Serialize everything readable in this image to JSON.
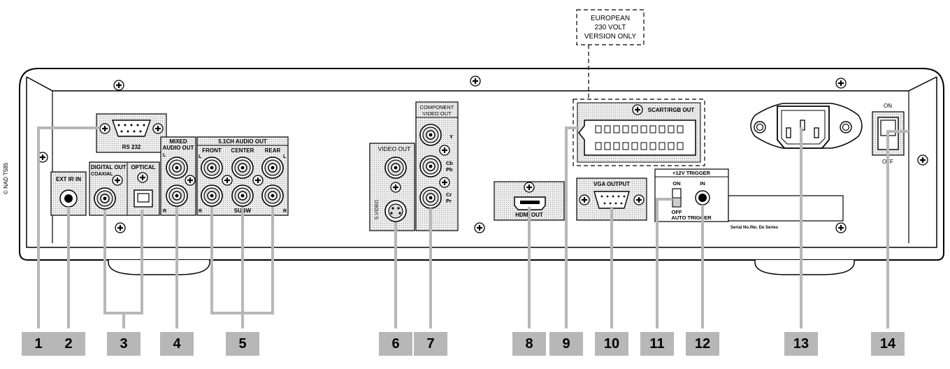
{
  "note_box": [
    "EUROPEAN",
    "230 VOLT",
    "VERSION ONLY"
  ],
  "copyright": "© NAD  T585",
  "labels": {
    "rs232": "RS 232",
    "ext_ir_in": "EXT IR IN",
    "digital_out": "DIGITAL OUT",
    "coaxial": "COAXIAL",
    "optical": "OPTICAL",
    "mixed_audio_out_1": "MIXED",
    "mixed_audio_out_2": "AUDIO OUT",
    "audio_51_out": "5.1CH AUDIO OUT",
    "front": "FRONT",
    "center": "CENTER",
    "rear": "REAR",
    "subw": "SUBW",
    "l": "L",
    "r": "R",
    "video_out": "VIDEO OUT",
    "s_video": "S.VIDEO",
    "component_1": "COMPONENT",
    "component_2": "VIDEO OUT",
    "y": "Y",
    "cb": "Cb",
    "pb": "Pb",
    "cr": "Cr",
    "pr": "Pr",
    "hdmi_out": "HDMI OUT",
    "scart_rgb_out": "SCART/RGB OUT",
    "vga_output": "VGA OUTPUT",
    "trigger_12v": "+12V TRIGGER",
    "on": "ON",
    "off": "OFF",
    "in": "IN",
    "auto_trigger": "AUTO TRIGGER",
    "serial": "Serial No./No. De Series",
    "power_on": "ON",
    "power_off": "OFF"
  },
  "callouts": [
    "1",
    "2",
    "3",
    "4",
    "5",
    "6",
    "7",
    "8",
    "9",
    "10",
    "11",
    "12",
    "13",
    "14"
  ],
  "colors": {
    "callout_fill": "#b7b7b7",
    "panel_stroke": "#000000",
    "dotted_fill": "#e4e4e4"
  }
}
